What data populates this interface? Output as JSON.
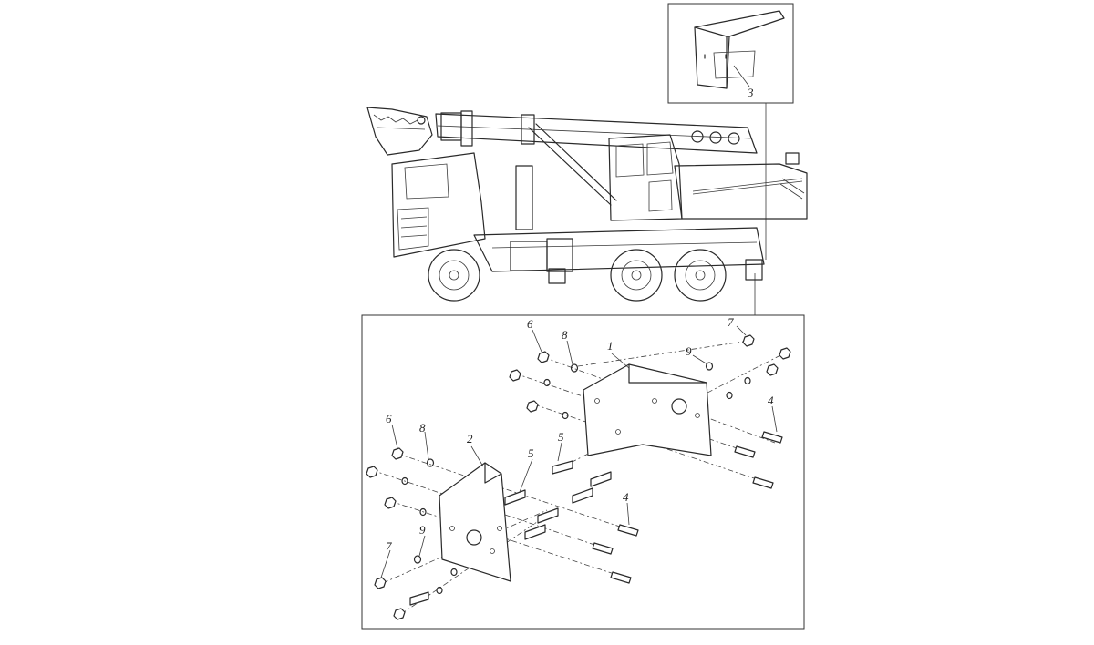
{
  "callouts": {
    "c1": "1",
    "c2": "2",
    "c3": "3",
    "c4a": "4",
    "c4b": "4",
    "c5a": "5",
    "c5b": "5",
    "c6a": "6",
    "c6b": "6",
    "c7a": "7",
    "c7b": "7",
    "c8a": "8",
    "c8b": "8",
    "c9a": "9",
    "c9b": "9"
  },
  "colors": {
    "line": "#2a2a2a",
    "background": "#ffffff"
  }
}
